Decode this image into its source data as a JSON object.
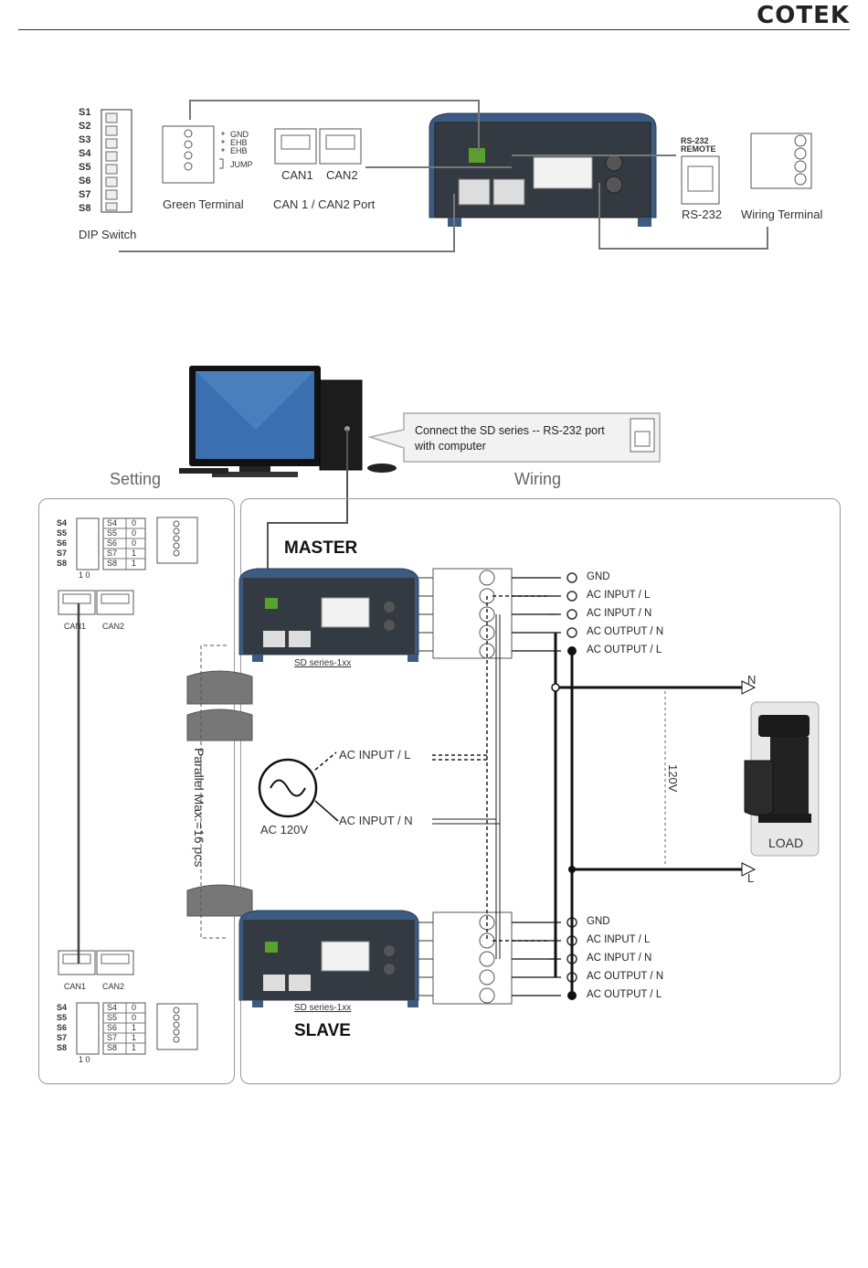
{
  "header": {
    "brand": "COTEK"
  },
  "top": {
    "dip_switches": [
      "S1",
      "S2",
      "S3",
      "S4",
      "S5",
      "S6",
      "S7",
      "S8"
    ],
    "dip_label": "DIP Switch",
    "green_terminal_pins": [
      "GND",
      "EHB",
      "EHB",
      "JUMP"
    ],
    "green_terminal_label": "Green Terminal",
    "can1": "CAN1",
    "can2": "CAN2",
    "can_port_label": "CAN 1 / CAN2 Port",
    "rs232_top": "RS-232 REMOTE",
    "rs232_label": "RS-232",
    "wiring_terminal_label": "Wiring Terminal"
  },
  "callout": {
    "line1": "Connect the SD series -- RS-232 port",
    "line2": "with computer"
  },
  "sections": {
    "setting": "Setting",
    "wiring": "Wiring"
  },
  "setting": {
    "switch_names": [
      "S4",
      "S5",
      "S6",
      "S7",
      "S8"
    ],
    "master_values": [
      "0",
      "0",
      "0",
      "1",
      "1"
    ],
    "slave_values": [
      "0",
      "0",
      "1",
      "1",
      "1"
    ],
    "scale": "1 0",
    "can1": "CAN1",
    "can2": "CAN2"
  },
  "master": {
    "title": "MASTER",
    "model": "SD series-1xx"
  },
  "slave": {
    "title": "SLAVE",
    "model": "SD series-1xx"
  },
  "terminals": [
    "GND",
    "AC INPUT / L",
    "AC INPUT / N",
    "AC OUTPUT / N",
    "AC OUTPUT / L"
  ],
  "source": {
    "label": "AC 120V",
    "input_l": "AC INPUT / L",
    "input_n": "AC INPUT / N"
  },
  "parallel": "Parallel Max.=16 pcs",
  "output": {
    "n": "N",
    "l": "L",
    "voltage": "120V",
    "load": "LOAD"
  }
}
